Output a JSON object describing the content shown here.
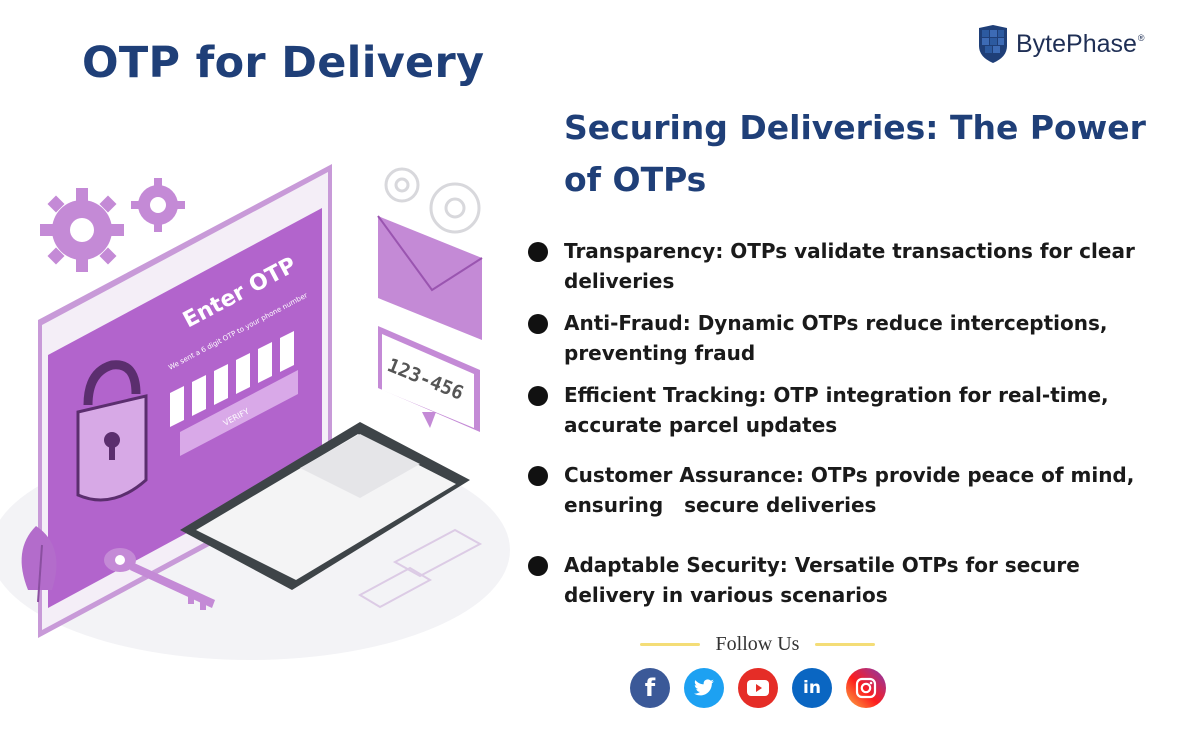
{
  "header": {
    "title": "OTP for Delivery"
  },
  "brand": {
    "name": "BytePhase",
    "registered_mark": "®",
    "colors": {
      "primary": "#1f3f78",
      "accent": "#b063c9",
      "accent_light": "#d9b7e6",
      "line": "#f4dd77"
    }
  },
  "main": {
    "subtitle": "Securing Deliveries: The Power of OTPs",
    "bullets": [
      {
        "text": "Transparency: OTPs validate transactions for clear deliveries"
      },
      {
        "text": "Anti-Fraud: Dynamic OTPs reduce interceptions, preventing fraud"
      },
      {
        "text": "Efficient Tracking: OTP integration for real-time, accurate parcel updates"
      },
      {
        "text": "Customer Assurance: OTPs provide peace of mind, ensuring   secure deliveries"
      },
      {
        "text": "Adaptable Security: Versatile OTPs for secure delivery in various scenarios"
      }
    ]
  },
  "illustration": {
    "screen_title": "Enter OTP",
    "screen_subtitle": "We sent a 6 digit OTP to your phone number",
    "verify_label": "VERIFY",
    "code_bubble": "123-456",
    "icons": [
      "gear-icon",
      "envelope-icon",
      "padlock-icon",
      "key-icon",
      "smartphone-icon",
      "leaf-icon"
    ]
  },
  "footer": {
    "follow_label": "Follow Us",
    "socials": [
      {
        "name": "facebook",
        "icon": "facebook-icon",
        "glyph": "f"
      },
      {
        "name": "twitter",
        "icon": "twitter-icon",
        "glyph": ""
      },
      {
        "name": "youtube",
        "icon": "youtube-icon",
        "glyph": ""
      },
      {
        "name": "linkedin",
        "icon": "linkedin-icon",
        "glyph": "in"
      },
      {
        "name": "instagram",
        "icon": "instagram-icon",
        "glyph": ""
      }
    ]
  }
}
